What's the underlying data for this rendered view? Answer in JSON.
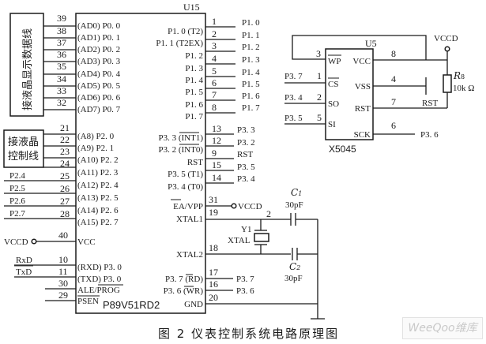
{
  "figure": {
    "caption": "图 2  仪表控制系统电路原理图",
    "watermark": "WeeQoo维库"
  },
  "mcu": {
    "ref": "U15",
    "part": "P89V51RD2",
    "left_pins": [
      {
        "num": "39",
        "name": "(AD0) P0. 0"
      },
      {
        "num": "38",
        "name": "(AD1) P0. 1"
      },
      {
        "num": "37",
        "name": "(AD2) P0. 2"
      },
      {
        "num": "36",
        "name": "(AD3) P0. 3"
      },
      {
        "num": "35",
        "name": "(AD4) P0. 4"
      },
      {
        "num": "34",
        "name": "(AD5) P0. 5"
      },
      {
        "num": "33",
        "name": "(AD6) P0. 6"
      },
      {
        "num": "32",
        "name": "(AD7) P0. 7"
      },
      {
        "num": "21",
        "name": "(A8) P2. 0"
      },
      {
        "num": "22",
        "name": "(A9) P2. 1"
      },
      {
        "num": "23",
        "name": "(A10) P2. 2"
      },
      {
        "num": "24",
        "name": "(A11) P2. 3"
      },
      {
        "num": "25",
        "name": "(A12) P2. 4"
      },
      {
        "num": "26",
        "name": "(A13) P2. 5"
      },
      {
        "num": "27",
        "name": "(A14) P2. 6"
      },
      {
        "num": "28",
        "name": "(A15) P2. 7"
      },
      {
        "num": "40",
        "name": "VCC"
      },
      {
        "num": "10",
        "name": "(RXD) P3. 0"
      },
      {
        "num": "11",
        "name": "(TXD) P3. 0"
      },
      {
        "num": "30",
        "name": "ALE/PROG"
      },
      {
        "num": "29",
        "name": "PSEN"
      }
    ],
    "right_pins": [
      {
        "num": "1",
        "name": "P1. 0 (T2)",
        "net": "P1. 0"
      },
      {
        "num": "2",
        "name": "P1. 1 (T2EX)",
        "net": "P1. 1"
      },
      {
        "num": "3",
        "name": "P1. 2",
        "net": "P1. 2"
      },
      {
        "num": "4",
        "name": "P1. 3",
        "net": "P1. 3"
      },
      {
        "num": "5",
        "name": "P1. 4",
        "net": "P1. 4"
      },
      {
        "num": "6",
        "name": "P1. 5",
        "net": "P1. 5"
      },
      {
        "num": "7",
        "name": "P1. 6",
        "net": "P1. 6"
      },
      {
        "num": "8",
        "name": "P1. 7",
        "net": "P1. 7"
      },
      {
        "num": "13",
        "name": "P3. 3 (INT1)",
        "net": "P3. 3"
      },
      {
        "num": "12",
        "name": "P3. 2 (INT0)",
        "net": "P3. 2"
      },
      {
        "num": "9",
        "name": "RST",
        "net": "RST"
      },
      {
        "num": "15",
        "name": "P3. 5 (T1)",
        "net": "P3. 5"
      },
      {
        "num": "14",
        "name": "P3. 4 (T0)",
        "net": "P3. 4"
      },
      {
        "num": "31",
        "name": "EA/VPP",
        "net": "VCCD"
      },
      {
        "num": "19",
        "name": "XTAL1",
        "net": ""
      },
      {
        "num": "18",
        "name": "XTAL2",
        "net": ""
      },
      {
        "num": "17",
        "name": "P3. 7 (RD)",
        "net": "P3. 7"
      },
      {
        "num": "16",
        "name": "P3. 6 (WR)",
        "net": "P3. 6"
      },
      {
        "num": "20",
        "name": "GND",
        "net": ""
      }
    ]
  },
  "lcd_data_box": {
    "label": "接液晶显示数据线"
  },
  "lcd_ctrl_box": {
    "label_line1": "接液晶",
    "label_line2": "控制线"
  },
  "left_nets": {
    "p24": "P2.4",
    "p25": "P2.5",
    "p26": "P2.6",
    "p27": "P2.7",
    "vccd": "VCCD",
    "rxd": "RxD",
    "txd": "TxD"
  },
  "eeprom": {
    "ref": "U5",
    "part": "X5045",
    "left_pins": [
      {
        "num": "3",
        "name": "WP",
        "net": ""
      },
      {
        "num": "1",
        "name": "CS",
        "net": "P3. 7"
      },
      {
        "num": "2",
        "name": "SO",
        "net": "P3. 4"
      },
      {
        "num": "5",
        "name": "SI",
        "net": "P3. 5"
      }
    ],
    "right_pins": [
      {
        "num": "8",
        "name": "VCC",
        "net": ""
      },
      {
        "num": "4",
        "name": "VSS",
        "net": ""
      },
      {
        "num": "7",
        "name": "RST",
        "net": "RST"
      },
      {
        "num": "6",
        "name": "SCK",
        "net": "P3. 6"
      }
    ],
    "vccd": "VCCD"
  },
  "resistor": {
    "ref": "R",
    "sub": "8",
    "value": "10k Ω"
  },
  "crystal": {
    "ref": "Y1",
    "type": "XTAL",
    "node": "2"
  },
  "cap1": {
    "ref": "C",
    "sub": "1",
    "value": "30pF"
  },
  "cap2": {
    "ref": "C",
    "sub": "2",
    "value": "30pF"
  }
}
